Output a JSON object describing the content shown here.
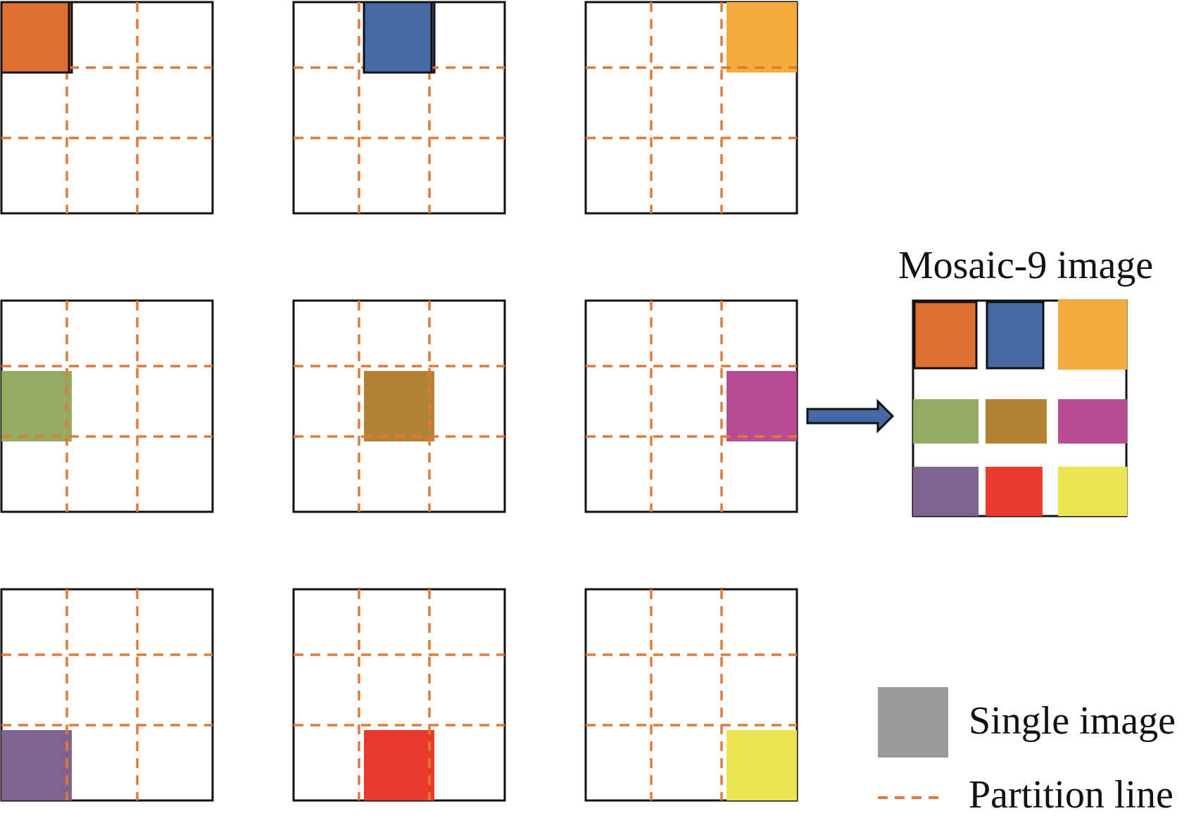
{
  "title": "Mosaic-9 image",
  "legend": {
    "single_image_label": "Single image",
    "partition_line_label": "Partition line",
    "single_image_color": "#9a9a9a",
    "partition_line_color": "#e07a3a"
  },
  "colors": {
    "border": "#111111",
    "partition": "#e07a3a",
    "arrow_fill": "#4569a5",
    "patches": [
      "#e06f33",
      "#4569a5",
      "#f2ab3c",
      "#93ac62",
      "#b38333",
      "#b74c93",
      "#7f6390",
      "#e63b2e",
      "#e9e54e"
    ]
  },
  "panels": [
    {
      "row": 1,
      "col": 1,
      "highlighted_cell": "top-left",
      "patch_color": "#e06f33",
      "patch_outlined": true
    },
    {
      "row": 1,
      "col": 2,
      "highlighted_cell": "top-center",
      "patch_color": "#4569a5",
      "patch_outlined": true
    },
    {
      "row": 1,
      "col": 3,
      "highlighted_cell": "top-right",
      "patch_color": "#f2ab3c",
      "patch_outlined": false
    },
    {
      "row": 2,
      "col": 1,
      "highlighted_cell": "middle-left",
      "patch_color": "#93ac62",
      "patch_outlined": false
    },
    {
      "row": 2,
      "col": 2,
      "highlighted_cell": "middle-center",
      "patch_color": "#b38333",
      "patch_outlined": false
    },
    {
      "row": 2,
      "col": 3,
      "highlighted_cell": "middle-right",
      "patch_color": "#b74c93",
      "patch_outlined": false
    },
    {
      "row": 3,
      "col": 1,
      "highlighted_cell": "bottom-left",
      "patch_color": "#7f6390",
      "patch_outlined": false
    },
    {
      "row": 3,
      "col": 2,
      "highlighted_cell": "bottom-center",
      "patch_color": "#e63b2e",
      "patch_outlined": false
    },
    {
      "row": 3,
      "col": 3,
      "highlighted_cell": "bottom-right",
      "patch_color": "#e9e54e",
      "patch_outlined": false
    }
  ]
}
